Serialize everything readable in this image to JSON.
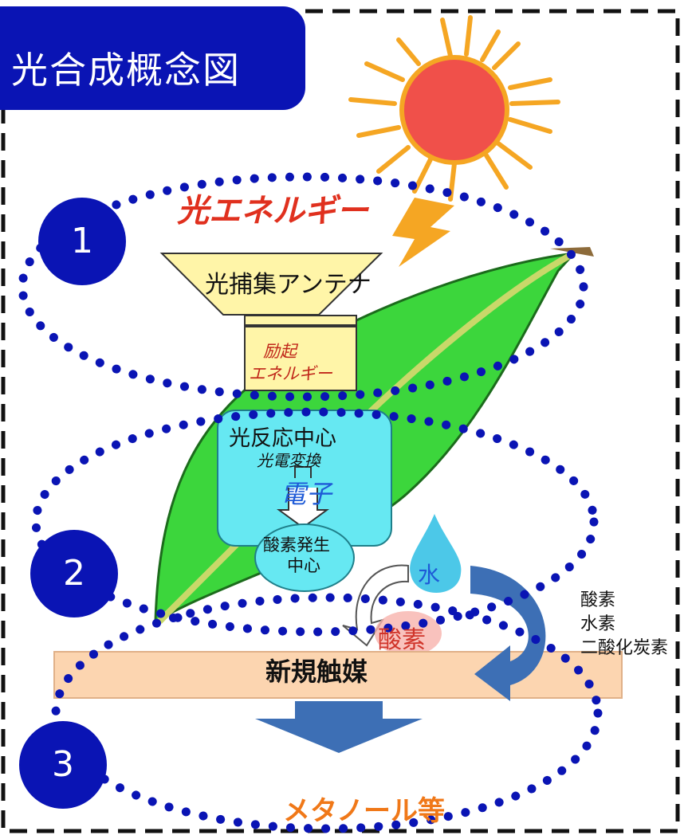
{
  "title": "光合成概念図",
  "steps": [
    "1",
    "2",
    "3"
  ],
  "labels": {
    "light_energy": "光エネルギー",
    "antenna": "光捕集アンテナ",
    "excitation_line1": "励起",
    "excitation_line2": "エネルギー",
    "reaction_center": "光反応中心",
    "photoelectric": "光電変換",
    "electron": "電子",
    "oxygen_center_line1": "酸素発生",
    "oxygen_center_line2": "中心",
    "water": "水",
    "oxygen": "酸素",
    "catalyst": "新規触媒",
    "methanol": "メタノール等"
  },
  "side_list": [
    "酸素",
    "水素",
    "二酸化炭素"
  ],
  "colors": {
    "step_circle": "#0a14b4",
    "dots": "#0a14b4",
    "leaf": "#3cd63c",
    "sun": "#f0504a",
    "sun_rays": "#f5a623",
    "antenna": "#fff5a8",
    "reaction_center": "#66e8f2",
    "catalyst_bar": "#fcd5b0",
    "arrow": "#3d6fb5",
    "light_energy_text": "#e0301e",
    "methanol_text": "#f07818"
  }
}
